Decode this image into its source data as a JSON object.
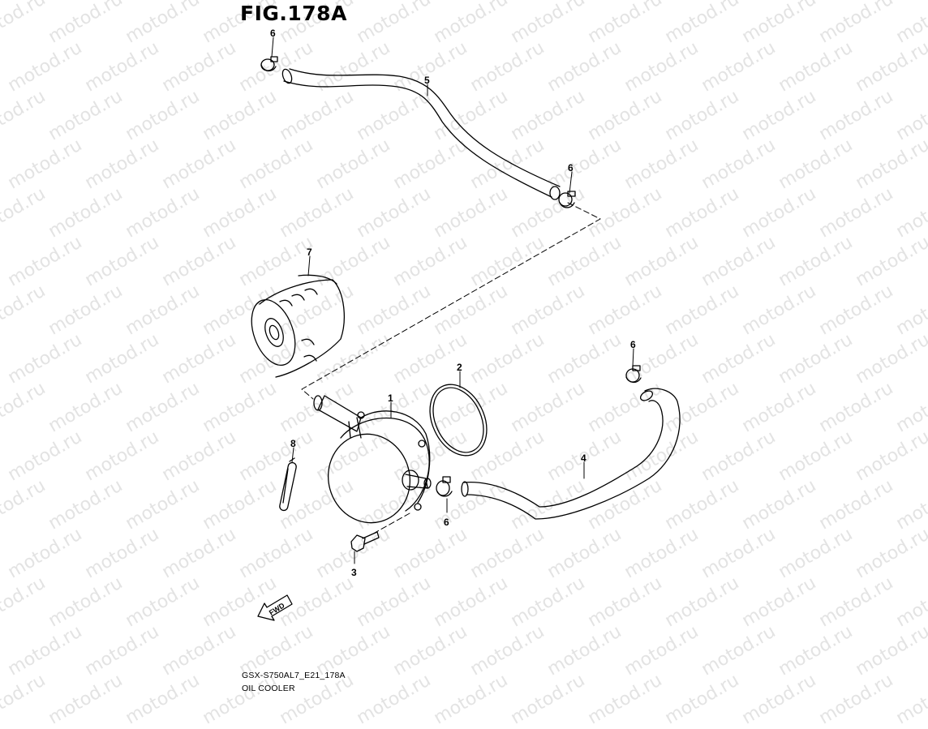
{
  "figure": {
    "title": "FIG.178A",
    "code": "GSX-S750AL7_E21_178A",
    "name": "OIL COOLER"
  },
  "watermark": {
    "text": "motod.ru",
    "color": "#e3e3e3"
  },
  "callouts": [
    {
      "num": "1",
      "part": "oil-cooler"
    },
    {
      "num": "2",
      "part": "o-ring"
    },
    {
      "num": "3",
      "part": "bolt"
    },
    {
      "num": "4",
      "part": "oil-cooler-hose-lower"
    },
    {
      "num": "5",
      "part": "oil-cooler-hose-upper"
    },
    {
      "num": "6",
      "part": "hose-clamp"
    },
    {
      "num": "6",
      "part": "hose-clamp"
    },
    {
      "num": "6",
      "part": "hose-clamp"
    },
    {
      "num": "6",
      "part": "hose-clamp"
    },
    {
      "num": "7",
      "part": "oil-filter"
    },
    {
      "num": "8",
      "part": "clamp-strap"
    }
  ],
  "fwd_label": "FWD"
}
